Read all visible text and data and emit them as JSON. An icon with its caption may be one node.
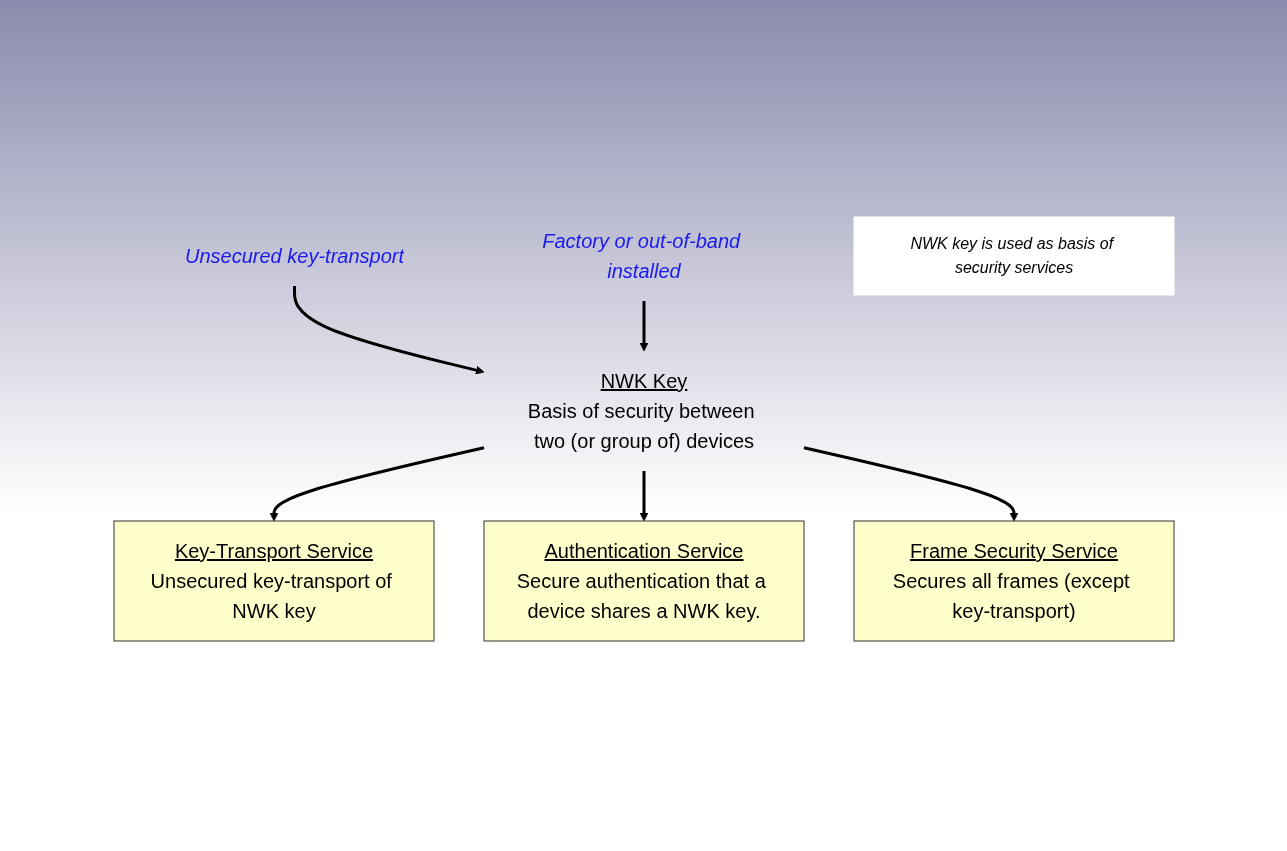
{
  "diagram": {
    "nodes": [
      {
        "text": [
          "Unsecured key-transport"
        ]
      },
      {
        "text": [
          "Factory or out-of-band installed"
        ]
      },
      {
        "text": [
          "NWK Key",
          "Basis of security between two (or group of) devices"
        ]
      },
      {
        "text": [
          "Key-Transport Service",
          "Unsecured key-transport of NWK key"
        ]
      },
      {
        "text": [
          "NWK key is used as basis of security services"
        ]
      },
      {
        "text": [
          "Authentication Service",
          "Secure authentication that a device shares a NWK key."
        ]
      },
      {
        "text": [
          "Frame Security Service",
          "Secures all frames (except key-transport)"
        ]
      }
    ],
    "edges": [
      {
        "from": 0,
        "to": 2,
        "arrow": "to"
      },
      {
        "from": 1,
        "to": 2,
        "arrow": "to"
      },
      {
        "from": 2,
        "to": 3,
        "arrow": "to"
      },
      {
        "from": 2,
        "to": 5,
        "arrow": "to"
      },
      {
        "from": 2,
        "to": 6,
        "arrow": "to"
      }
    ]
  }
}
